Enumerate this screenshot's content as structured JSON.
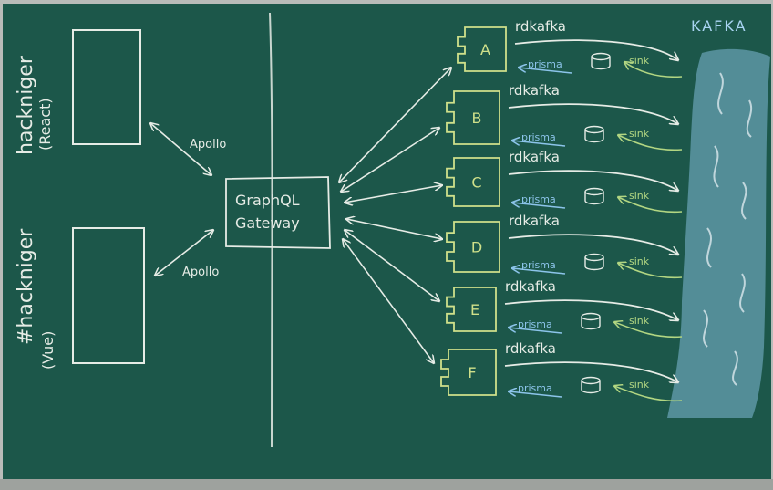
{
  "title": "KAFKA",
  "clients": [
    {
      "name": "hackniger",
      "framework": "(React)",
      "protocol": "Apollo"
    },
    {
      "name": "#hackniger",
      "framework": "(Vue)",
      "protocol": "Apollo"
    }
  ],
  "gateway": {
    "line1": "GraphQL",
    "line2": "Gateway"
  },
  "services": [
    {
      "id": "A",
      "producer": "rdkafka",
      "db": "prisma",
      "consumer": "sink"
    },
    {
      "id": "B",
      "producer": "rdkafka",
      "db": "prisma",
      "consumer": "sink"
    },
    {
      "id": "C",
      "producer": "rdkafka",
      "db": "prisma",
      "consumer": "sink"
    },
    {
      "id": "D",
      "producer": "rdkafka",
      "db": "prisma",
      "consumer": "sink"
    },
    {
      "id": "E",
      "producer": "rdkafka",
      "db": "prisma",
      "consumer": "sink"
    },
    {
      "id": "F",
      "producer": "rdkafka",
      "db": "prisma",
      "consumer": "sink"
    }
  ],
  "colors": {
    "board": "#1c574a",
    "chalk_white": "#e6ece6",
    "chalk_yellow": "#cfe08a",
    "chalk_blue": "#8cc4ea",
    "chalk_green": "#b2d682",
    "kafka_blue": "#a9d4f2"
  }
}
